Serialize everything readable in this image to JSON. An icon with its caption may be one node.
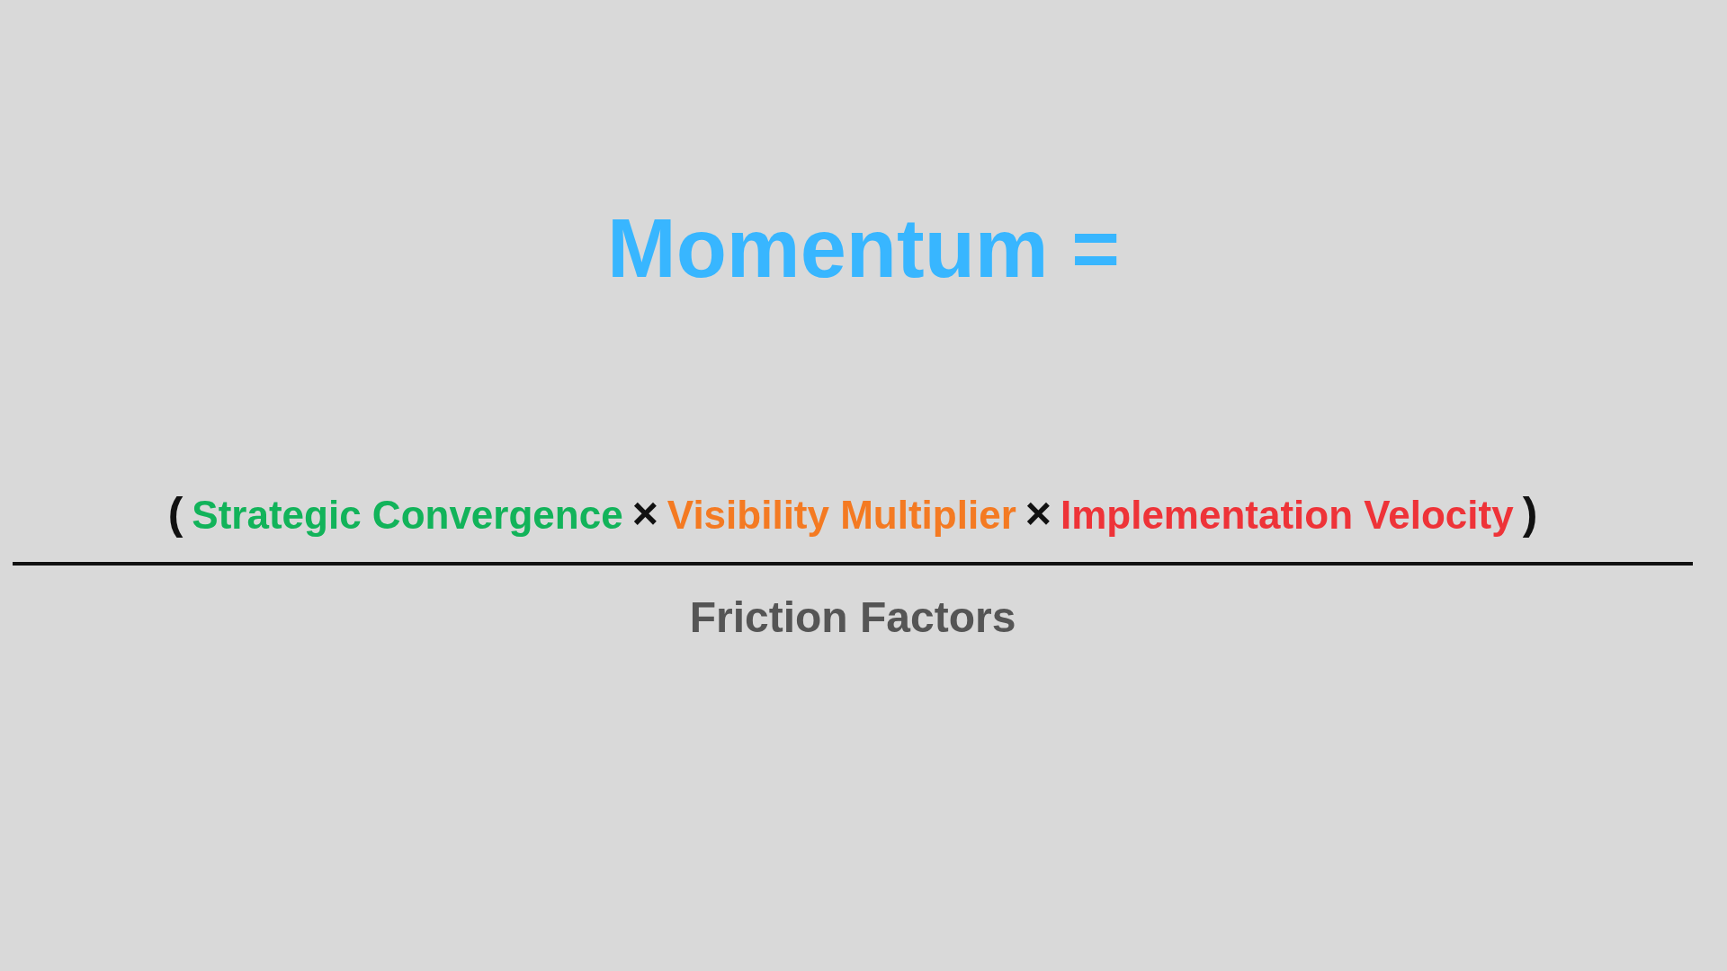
{
  "diagram": {
    "title": "Momentum =",
    "labels": [
      "(",
      "Strategic Convergence",
      "×",
      "Visibility Multiplier",
      "×",
      "Implementation Velocity",
      ")",
      "Friction Factors"
    ]
  }
}
